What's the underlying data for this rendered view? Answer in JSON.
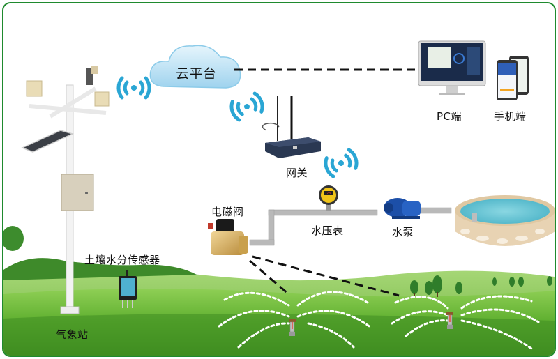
{
  "labels": {
    "cloud": "云平台",
    "pc": "PC端",
    "mobile": "手机端",
    "gateway": "网关",
    "solenoid_valve": "电磁阀",
    "pressure_gauge": "水压表",
    "water_pump": "水泵",
    "soil_sensor": "土壤水分传感器",
    "weather_station": "气象站"
  },
  "colors": {
    "border": "#1f8a2e",
    "signal": "#2aa6d4",
    "cloud": "#bfe3f5",
    "grass": "#6fbf3a",
    "water": "#6cc6d6",
    "pipe": "#b9b9b9",
    "brass": "#d9b36a"
  },
  "icons": [
    "cloud-icon",
    "wifi-signal-icon",
    "monitor-icon",
    "phone-icon",
    "router-icon",
    "gauge-icon",
    "pump-icon",
    "valve-icon",
    "pool-icon",
    "sprinkler-icon",
    "weather-station-icon",
    "soil-sensor-icon",
    "tree-icon"
  ]
}
